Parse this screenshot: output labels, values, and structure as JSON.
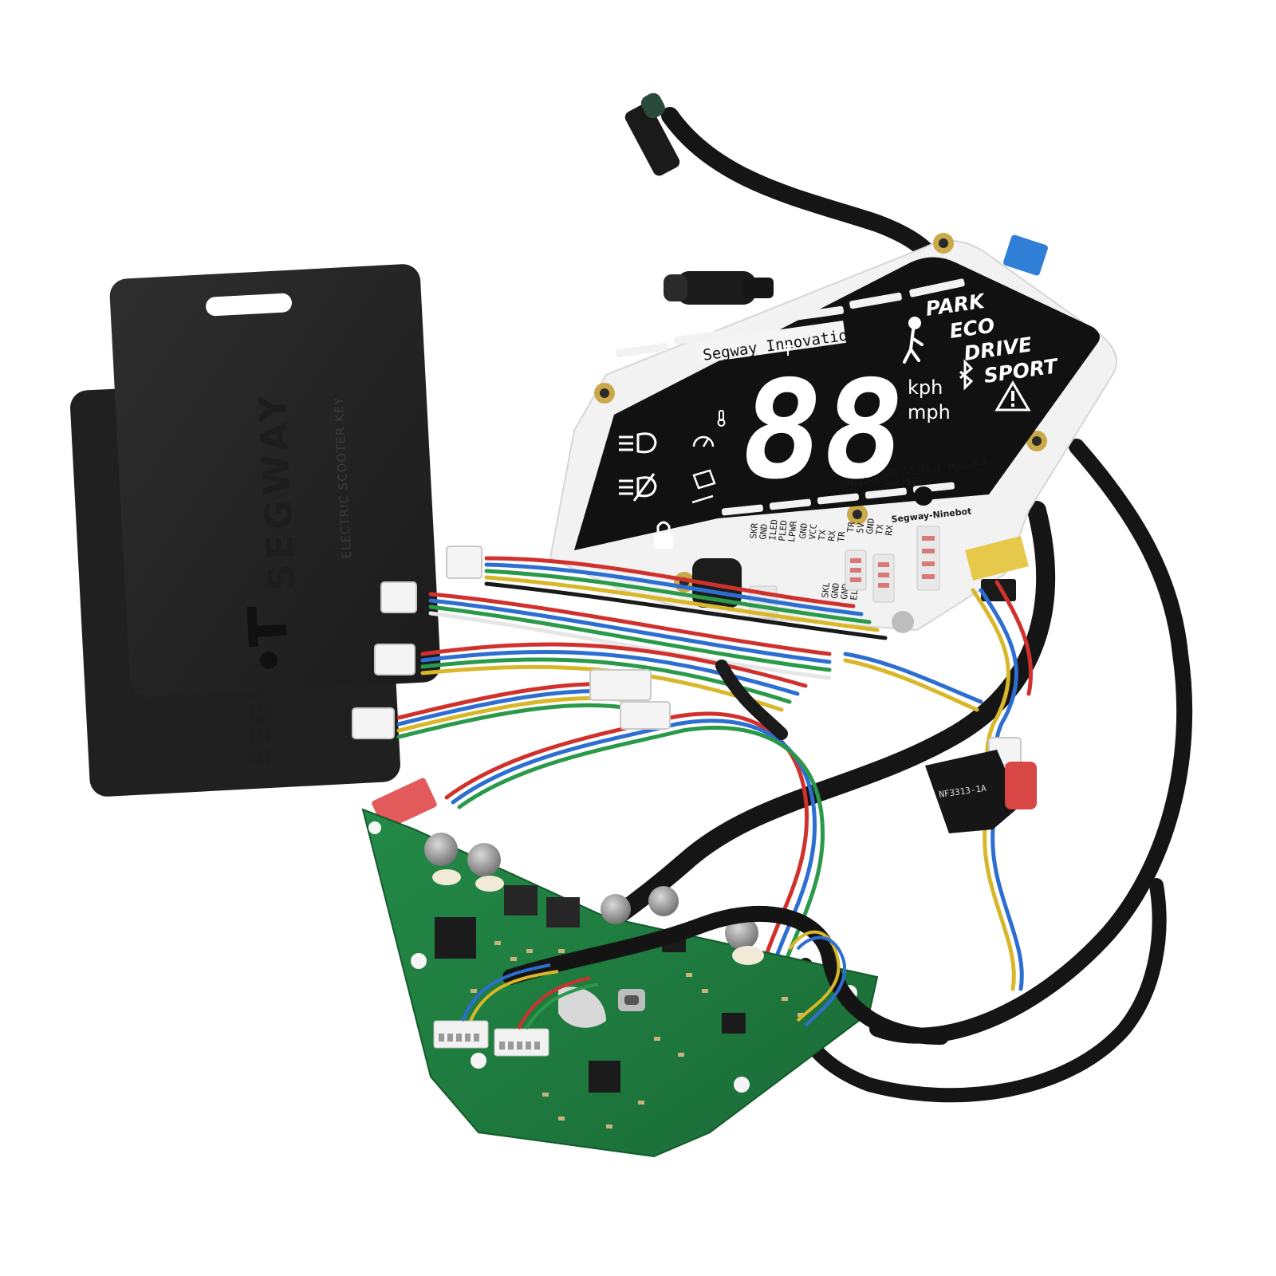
{
  "cards": {
    "brand": "SEGWAY",
    "small_text": "ELECTRIC SCOOTER KEY"
  },
  "dashboard": {
    "title": "Segway_Innovation",
    "modes": [
      "PARK",
      "ECO",
      "DRIVE",
      "SPORT"
    ],
    "speed_digits": "88",
    "unit_kph": "kph",
    "unit_mph": "mph",
    "pcb_brand": "Segway-Ninebot",
    "silk_vin": "VIN:11~13V",
    "silk_ver": "GT1_ST_V1_1",
    "silk_snd": "SND:SIG",
    "silk_mcu": "MCU",
    "silk_ble": "BLE",
    "pins_left": [
      "SKR",
      "GND",
      "ILED",
      "PLED",
      "LPWR"
    ],
    "pins_mid": [
      "GND",
      "VCC",
      "TX",
      "RX",
      "TR"
    ],
    "pins_right": [
      "TR",
      "5V",
      "GND",
      "TX",
      "RX"
    ],
    "pins_bottom": [
      "SKL",
      "GND",
      "GND",
      "ELS"
    ]
  },
  "sensor": {
    "part_number": "NF3313-1A"
  },
  "colors": {
    "background": "#ffffff",
    "card": "#252525",
    "lcd": "#111111",
    "dashboard_pcb": "#f2f2f2",
    "controller_pcb": "#1f7a3f",
    "cable": "#151515",
    "accent_blue": "#2f7fd6"
  }
}
